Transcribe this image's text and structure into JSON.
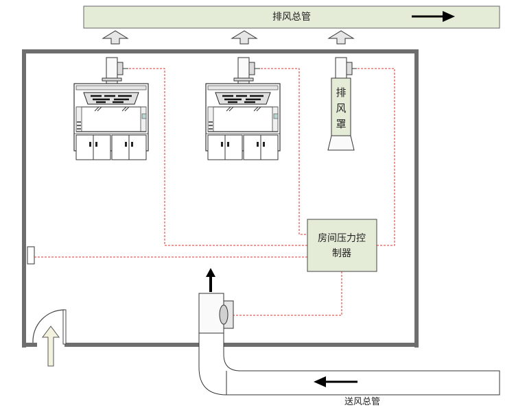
{
  "labels": {
    "exhaust_main": "排风总管",
    "supply_main": "送风总管",
    "hood_line1": "排",
    "hood_line2": "风",
    "hood_line3": "罩",
    "controller_line1": "房间压力控",
    "controller_line2": "制器"
  },
  "colors": {
    "duct_fill": "#e4ebd6",
    "controller_fill": "#e4ebd6",
    "wall": "#6e6e6e",
    "control_line": "#e03030",
    "flow_arrow": "#000000"
  }
}
